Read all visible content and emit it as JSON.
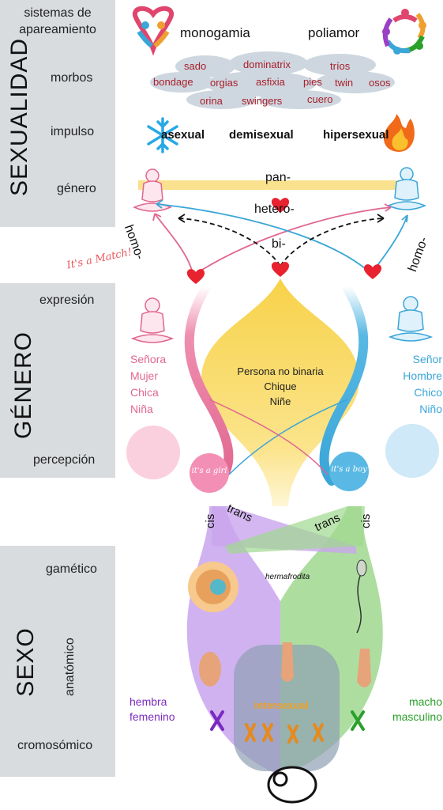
{
  "sections": {
    "sexualidad": "SEXUALIDAD",
    "genero": "GÉNERO",
    "sexo": "SEXO"
  },
  "rows": {
    "sistemas": "sistemas de\napareamiento",
    "morbos": "morbos",
    "impulso": "impulso",
    "genero": "género",
    "expresion": "expresión",
    "percepcion": "percepción",
    "gametico": "gamético",
    "anatomico": "anatómico",
    "cromosomico": "cromosómico"
  },
  "systems": {
    "monogamia": "monogamia",
    "poliamor": "poliamor"
  },
  "morbos": [
    "sado",
    "dominatrix",
    "tríos",
    "bondage",
    "orgias",
    "asfixia",
    "pies",
    "twin",
    "osos",
    "orina",
    "swingers",
    "cuero"
  ],
  "impulso": {
    "asexual": "asexual",
    "demisexual": "demisexual",
    "hipersexual": "hipersexual"
  },
  "orientation": {
    "pan": "pan-",
    "hetero": "hetero-",
    "bi": "bi-",
    "homo_left": "homo-",
    "homo_right": "homo-",
    "match": "It's a Match!"
  },
  "gender": {
    "female_terms": [
      "Señora",
      "Mujer",
      "Chica",
      "Niña"
    ],
    "male_terms": [
      "Señor",
      "Hombre",
      "Chico",
      "Niño"
    ],
    "nonbinary": [
      "Persona no binaria",
      "Chique",
      "Niñe"
    ],
    "girl_badge": "it's a girl",
    "boy_badge": "it's a boy"
  },
  "paths": {
    "cis_left": "cis",
    "trans_left": "trans",
    "trans_right": "trans",
    "cis_right": "cis"
  },
  "sex": {
    "hermafrodita": "hermafrodita",
    "intersexual": "intersexual",
    "female": [
      "hembra",
      "femenino"
    ],
    "male": [
      "macho",
      "masculino"
    ]
  },
  "colors": {
    "pink": "#e0678f",
    "blue": "#3aa6d8",
    "yellow": "#f7d24a",
    "purple": "#c9a5ee",
    "green": "#9fd88f",
    "grey": "#d9dcdf"
  }
}
